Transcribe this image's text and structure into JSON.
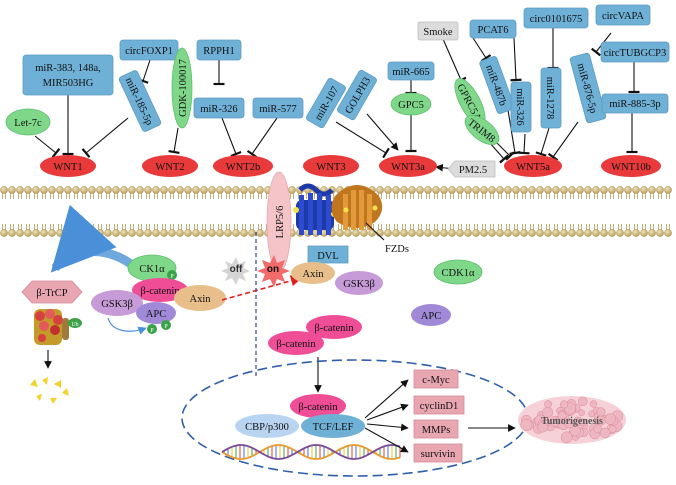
{
  "wnt": [
    "WNT1",
    "WNT2",
    "WNT2b",
    "WNT3",
    "WNT3a",
    "WNT5a",
    "WNT10b"
  ],
  "regulators": {
    "let7c": "Let-7c",
    "mir383": [
      "miR-383, 148a,",
      "MIR503HG"
    ],
    "circfoxp1": "circFOXP1",
    "mir185": "miR-185-5p",
    "gdk": "GDK-100017",
    "rpph1": "RPPH1",
    "mir326a": "miR-326",
    "mir577": "miR-577",
    "mir107": "miR-107",
    "golph3": "GOLPH3",
    "mir665": "miR-665",
    "gpc5": "GPC5",
    "smoke": "Smoke",
    "pcat6": "PCAT6",
    "circ0101675": "circ0101675",
    "circvapa": "circVAPA",
    "gprc5a": "GPRC5A",
    "trim8": "TRIM8",
    "mir487b": "miR-487b",
    "mir326b": "miR-326",
    "mir1278": "miR-1278",
    "mir876": "miR-876-5p",
    "circtubgcp3": "circTUBGCP3",
    "mir885": "miR-885-3p",
    "pm25": "PM2.5"
  },
  "membrane": {
    "lrp": "LRP5/6",
    "fzds": "FZDs",
    "dvl": "DVL"
  },
  "cytoplasm": {
    "btrcp": "β-TrCP",
    "ck1a": "CK1α",
    "bcat": "β-catenin",
    "gsk": "GSK3β",
    "axin": "Axin",
    "apc": "APC",
    "p": "P",
    "ub": "Ub",
    "off": "off",
    "on": "on",
    "axin2": "Axin",
    "gsk2": "GSK3β",
    "cdk1a": "CDK1α",
    "apc2": "APC",
    "bcat_a": "β-catenin",
    "bcat_b": "β-catenin"
  },
  "nucleus": {
    "bcat": "β-catenin",
    "cbp": "CBP/p300",
    "tcf": "TCF/LEF",
    "targets": [
      "c-Myc",
      "cyclinD1",
      "MMPs",
      "survivin"
    ],
    "outcome": "Tumorigenesis"
  },
  "colors": {
    "wnt": "#e83a3a",
    "mirna": "#6fb0d6",
    "protein": "#7fd88a",
    "target": "#e8a6b0",
    "membrane_head": "#c8b27a"
  }
}
